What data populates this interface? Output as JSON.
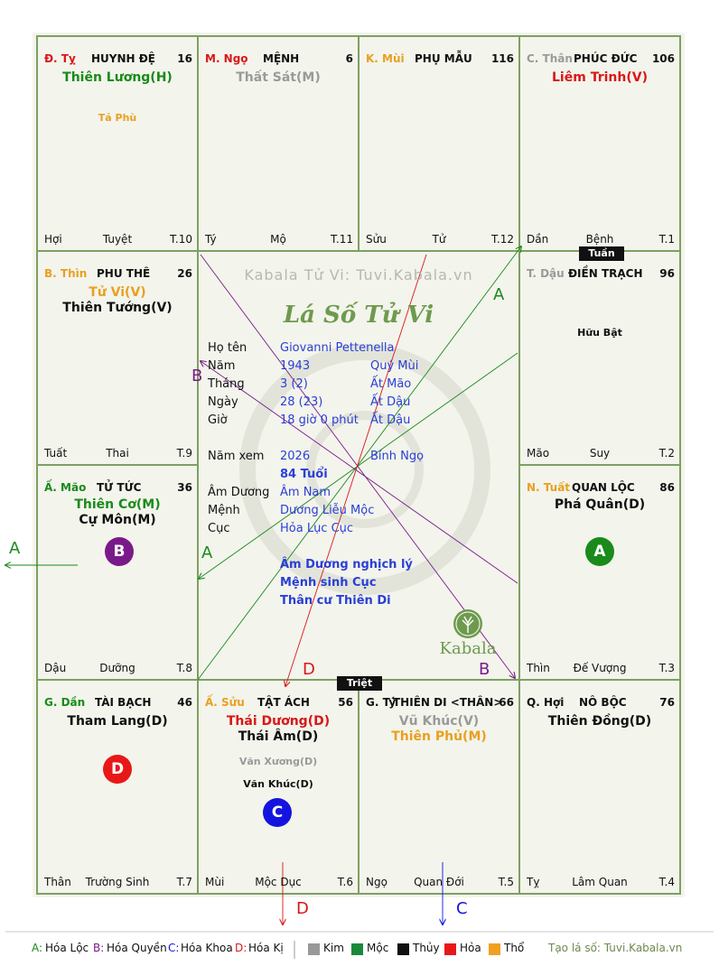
{
  "houses": [
    {
      "branch": "Đ. Tỵ",
      "branch_color": "#d81818",
      "name": "HUYNH ĐỆ",
      "number": "16",
      "main_stars": [
        {
          "text": "Thiên Lương(H)",
          "color": "#1a8a1a"
        }
      ],
      "minor_stars": [
        {
          "text": "Tả Phù",
          "color": "#e8a020"
        }
      ],
      "foot_left": "Hợi",
      "foot_center": "Tuyệt",
      "foot_right": "T.10"
    },
    {
      "branch": "M. Ngọ",
      "branch_color": "#d81818",
      "name": "MỆNH",
      "number": "6",
      "main_stars": [
        {
          "text": "Thất Sát(M)",
          "color": "#9a9a9a"
        }
      ],
      "minor_stars": [],
      "foot_left": "Tý",
      "foot_center": "Mộ",
      "foot_right": "T.11"
    },
    {
      "branch": "K. Mùi",
      "branch_color": "#e8a020",
      "name": "PHỤ MẪU",
      "number": "116",
      "main_stars": [],
      "minor_stars": [],
      "foot_left": "Sửu",
      "foot_center": "Tử",
      "foot_right": "T.12"
    },
    {
      "branch": "C. Thân",
      "branch_color": "#9a9a9a",
      "name": "PHÚC ĐỨC",
      "number": "106",
      "main_stars": [
        {
          "text": "Liêm Trinh(V)",
          "color": "#d81818"
        }
      ],
      "minor_stars": [],
      "foot_left": "Dần",
      "foot_center": "Bệnh",
      "foot_right": "T.1"
    },
    {
      "branch": "B. Thìn",
      "branch_color": "#e8a020",
      "name": "PHU THÊ",
      "number": "26",
      "main_stars": [
        {
          "text": "Tử Vi(V)",
          "color": "#e8a020"
        },
        {
          "text": "Thiên Tướng(V)",
          "color": "#111111"
        }
      ],
      "minor_stars": [],
      "foot_left": "Tuất",
      "foot_center": "Thai",
      "foot_right": "T.9"
    },
    {
      "branch": "T. Dậu",
      "branch_color": "#9a9a9a",
      "name": "ĐIỀN TRẠCH",
      "number": "96",
      "main_stars": [],
      "minor_stars": [
        {
          "text": "Hữu Bật",
          "color": "#111111"
        }
      ],
      "foot_left": "Mão",
      "foot_center": "Suy",
      "foot_right": "T.2"
    },
    {
      "branch": "Ấ. Mão",
      "branch_color": "#1a8a1a",
      "name": "TỬ TỨC",
      "number": "36",
      "main_stars": [
        {
          "text": "Thiên Cơ(M)",
          "color": "#1a8a1a"
        },
        {
          "text": "Cự Môn(M)",
          "color": "#111111"
        }
      ],
      "minor_stars": [],
      "foot_left": "Dậu",
      "foot_center": "Dưỡng",
      "foot_right": "T.8"
    },
    {
      "branch": "N. Tuất",
      "branch_color": "#e8a020",
      "name": "QUAN LỘC",
      "number": "86",
      "main_stars": [
        {
          "text": "Phá Quân(D)",
          "color": "#111111"
        }
      ],
      "minor_stars": [],
      "foot_left": "Thìn",
      "foot_center": "Đế Vượng",
      "foot_right": "T.3"
    },
    {
      "branch": "G. Dần",
      "branch_color": "#1a8a1a",
      "name": "TÀI BẠCH",
      "number": "46",
      "main_stars": [
        {
          "text": "Tham Lang(D)",
          "color": "#111111"
        }
      ],
      "minor_stars": [],
      "foot_left": "Thân",
      "foot_center": "Trường Sinh",
      "foot_right": "T.7"
    },
    {
      "branch": "Ấ. Sửu",
      "branch_color": "#e8a020",
      "name": "TẬT ÁCH",
      "number": "56",
      "main_stars": [
        {
          "text": "Thái Dương(D)",
          "color": "#d81818"
        },
        {
          "text": "Thái Âm(D)",
          "color": "#111111"
        }
      ],
      "minor_stars": [
        {
          "text": "Văn Xương(D)",
          "color": "#9a9a9a"
        },
        {
          "text": "Văn Khúc(D)",
          "color": "#111111"
        }
      ],
      "foot_left": "Mùi",
      "foot_center": "Mộc Dục",
      "foot_right": "T.6"
    },
    {
      "branch": "G. Tý",
      "branch_color": "#111111",
      "name": "THIÊN DI <THÂN>",
      "number": "66",
      "main_stars": [
        {
          "text": "Vũ Khúc(V)",
          "color": "#9a9a9a"
        },
        {
          "text": "Thiên Phủ(M)",
          "color": "#e8a020"
        }
      ],
      "minor_stars": [],
      "foot_left": "Ngọ",
      "foot_center": "Quan Đới",
      "foot_right": "T.5"
    },
    {
      "branch": "Q. Hợi",
      "branch_color": "#111111",
      "name": "NÔ BỘC",
      "number": "76",
      "main_stars": [
        {
          "text": "Thiên Đồng(D)",
          "color": "#111111"
        }
      ],
      "minor_stars": [],
      "foot_left": "Tỵ",
      "foot_center": "Lâm Quan",
      "foot_right": "T.4"
    }
  ],
  "tags": {
    "tuan": "Tuần",
    "triet": "Triệt"
  },
  "badges": [
    {
      "letter": "B",
      "color": "#7a1a8a"
    },
    {
      "letter": "A",
      "color": "#1a8a1a"
    },
    {
      "letter": "D",
      "color": "#e81818"
    },
    {
      "letter": "C",
      "color": "#1414e0"
    }
  ],
  "center": {
    "watermark": "Kabala Tử Vi: Tuvi.Kabala.vn",
    "title": "Lá Số Tử Vi",
    "logo_text": "Kabala",
    "rows": [
      {
        "label": "Họ tên",
        "value": "Giovanni Pettenella",
        "extra": ""
      },
      {
        "label": "Năm",
        "value": "1943",
        "extra": "Quý Mùi"
      },
      {
        "label": "Tháng",
        "value": "3  (2)",
        "extra": "Ất Mão"
      },
      {
        "label": "Ngày",
        "value": "28  (23)",
        "extra": "Ất Dậu"
      },
      {
        "label": "Giờ",
        "value": "18 giờ 0 phút",
        "extra": "Ất Dậu"
      },
      {
        "label": "Năm xem",
        "value": "2026",
        "extra": "Bính Ngọ"
      },
      {
        "label": "",
        "value": "84 Tuổi",
        "extra": ""
      },
      {
        "label": "Âm Dương",
        "value": "Âm Nam",
        "extra": ""
      },
      {
        "label": "Mệnh",
        "value": "Dương Liễu Mộc",
        "extra": ""
      },
      {
        "label": "Cục",
        "value": "Hỏa Lục Cục",
        "extra": ""
      }
    ],
    "notes": [
      "Âm Dương nghịch lý",
      "Mệnh sinh Cục",
      "Thân cư Thiên Di"
    ]
  },
  "arrow_labels": [
    {
      "text": "A",
      "color": "#1a8a1a"
    },
    {
      "text": "B",
      "color": "#7a1a8a"
    },
    {
      "text": "A",
      "color": "#1a8a1a"
    },
    {
      "text": "A",
      "color": "#1a8a1a"
    },
    {
      "text": "D",
      "color": "#d81818"
    },
    {
      "text": "B",
      "color": "#7a1a8a"
    },
    {
      "text": "D",
      "color": "#d81818"
    },
    {
      "text": "C",
      "color": "#1414e0"
    }
  ],
  "legend": {
    "items": [
      {
        "key": "A:",
        "label": "Hóa Lộc",
        "color": "#1a8a1a"
      },
      {
        "key": "B:",
        "label": "Hóa Quyền",
        "color": "#7a1a8a"
      },
      {
        "key": "C:",
        "label": "Hóa Khoa",
        "color": "#1414e0"
      },
      {
        "key": "D:",
        "label": "Hóa Kị",
        "color": "#d81818"
      }
    ],
    "elements": [
      {
        "label": "Kim",
        "color": "#999999"
      },
      {
        "label": "Mộc",
        "color": "#1a8a3a"
      },
      {
        "label": "Thủy",
        "color": "#111111"
      },
      {
        "label": "Hỏa",
        "color": "#e81818"
      },
      {
        "label": "Thổ",
        "color": "#f0a020"
      }
    ],
    "credit": "Tạo lá số: Tuvi.Kabala.vn"
  }
}
